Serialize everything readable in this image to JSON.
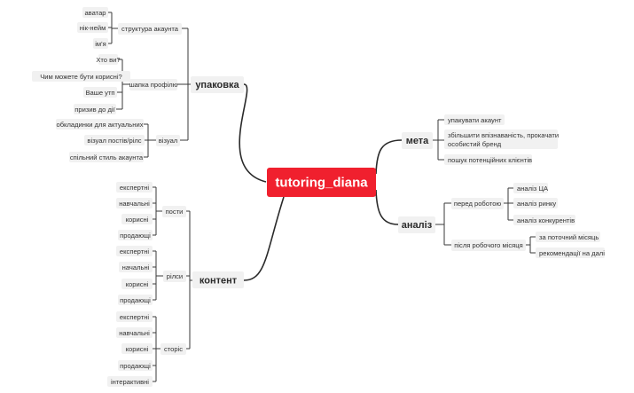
{
  "root": "tutoring_diana",
  "colors": {
    "root_fill": "#f0202e",
    "pill_fill": "#f1f1f1",
    "line": "#2a2a2a",
    "text": "#333333"
  },
  "branches": {
    "upakovka": {
      "label": "упаковка",
      "struktura": {
        "label": "структура акаунта",
        "items": [
          "аватар",
          "нік-нейм",
          "ім'я"
        ]
      },
      "shapka": {
        "label": "шапка профілю",
        "items": [
          "Хто ви?",
          "Чим можете бути корисні?",
          "Ваше утп",
          "призив до дії"
        ]
      },
      "vizual": {
        "label": "візуал",
        "items": [
          "обкладинки для актуальних",
          "візуал постів/рілс",
          "спільний стиль акаунта"
        ]
      }
    },
    "meta": {
      "label": "мета",
      "items": [
        "упакувати акаунт",
        "збільшити впізнаваність, прокачати",
        "особистий бренд",
        "пошук потенційних клієнтів"
      ]
    },
    "analiz": {
      "label": "аналіз",
      "pered": {
        "label": "перед роботою",
        "items": [
          "аналіз ЦА",
          "аналіз ринку",
          "аналіз конкурентів"
        ]
      },
      "pislia": {
        "label": "після робочого місяця",
        "items": [
          "за поточний місяць",
          "рекомендації на далі"
        ]
      }
    },
    "kontent": {
      "label": "контент",
      "posty": {
        "label": "пости",
        "items": [
          "експертні",
          "навчальні",
          "корисні",
          "продающі"
        ]
      },
      "rils": {
        "label": "рілси",
        "items": [
          "експертні",
          "начальні",
          "корисні",
          "продающі"
        ]
      },
      "storis": {
        "label": "сторіс",
        "items": [
          "експертні",
          "навчальні",
          "корисні",
          "продающі",
          "інтерактивні"
        ]
      }
    }
  }
}
